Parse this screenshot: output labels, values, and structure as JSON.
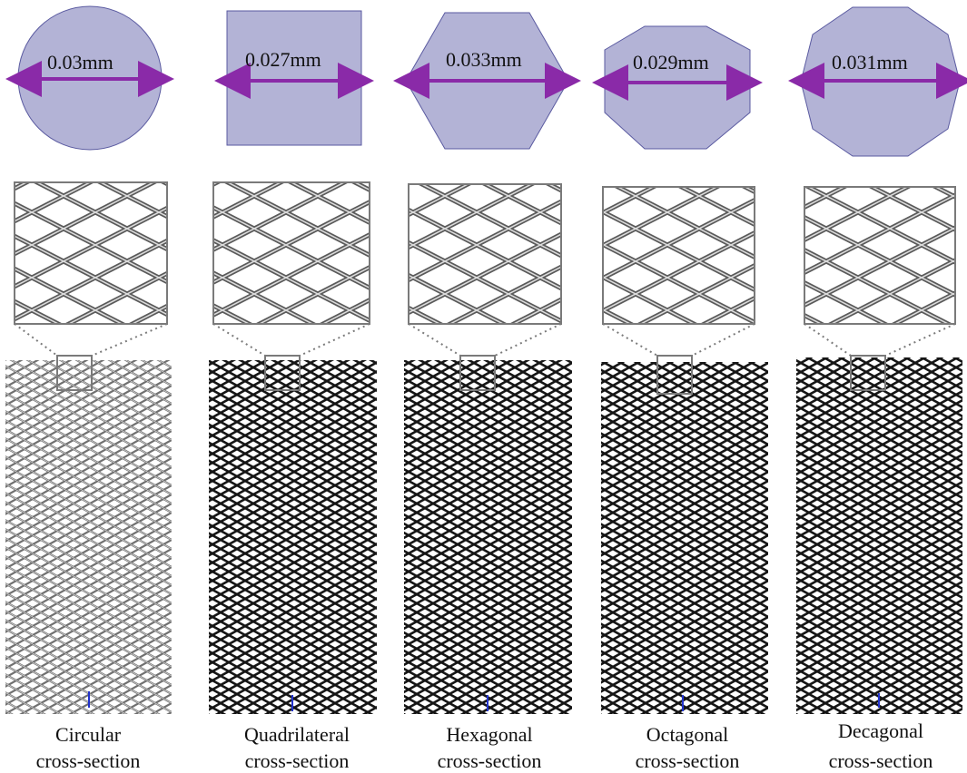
{
  "panels": [
    {
      "shape": "circle",
      "dimension_label": "0.03mm",
      "caption_line1": "Circular",
      "caption_line2": "cross-section",
      "mesh_shade": "light"
    },
    {
      "shape": "square",
      "dimension_label": "0.027mm",
      "caption_line1": "Quadrilateral",
      "caption_line2": "cross-section",
      "mesh_shade": "dark"
    },
    {
      "shape": "hexagon",
      "dimension_label": "0.033mm",
      "caption_line1": "Hexagonal",
      "caption_line2": "cross-section",
      "mesh_shade": "dark"
    },
    {
      "shape": "octagon",
      "dimension_label": "0.029mm",
      "caption_line1": "Octagonal",
      "caption_line2": "cross-section",
      "mesh_shade": "dark"
    },
    {
      "shape": "decagon",
      "dimension_label": "0.031mm",
      "caption_line1": "Decagonal",
      "caption_line2": "cross-section",
      "mesh_shade": "dark"
    }
  ],
  "colors": {
    "shape_fill": "#b3b3d6",
    "shape_stroke": "#5a5aa0",
    "arrow": "#8a2aa8",
    "frame": "#7a7a7a",
    "mesh_dark": "#1a1a1a",
    "mesh_light": "#8a8a8a",
    "axis_marker": "#2233cc"
  }
}
